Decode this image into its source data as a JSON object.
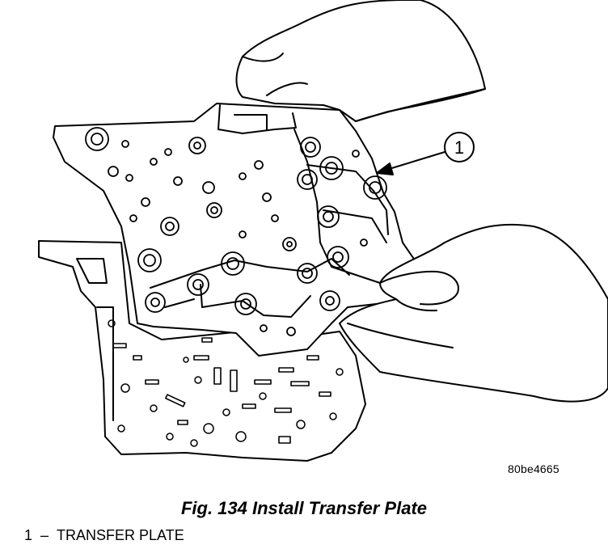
{
  "figure": {
    "callout_number": "1",
    "image_id": "80be4665",
    "caption": "Fig. 134 Install Transfer Plate",
    "legend": [
      {
        "number": "1",
        "dash": "–",
        "label": "TRANSFER PLATE"
      }
    ]
  }
}
